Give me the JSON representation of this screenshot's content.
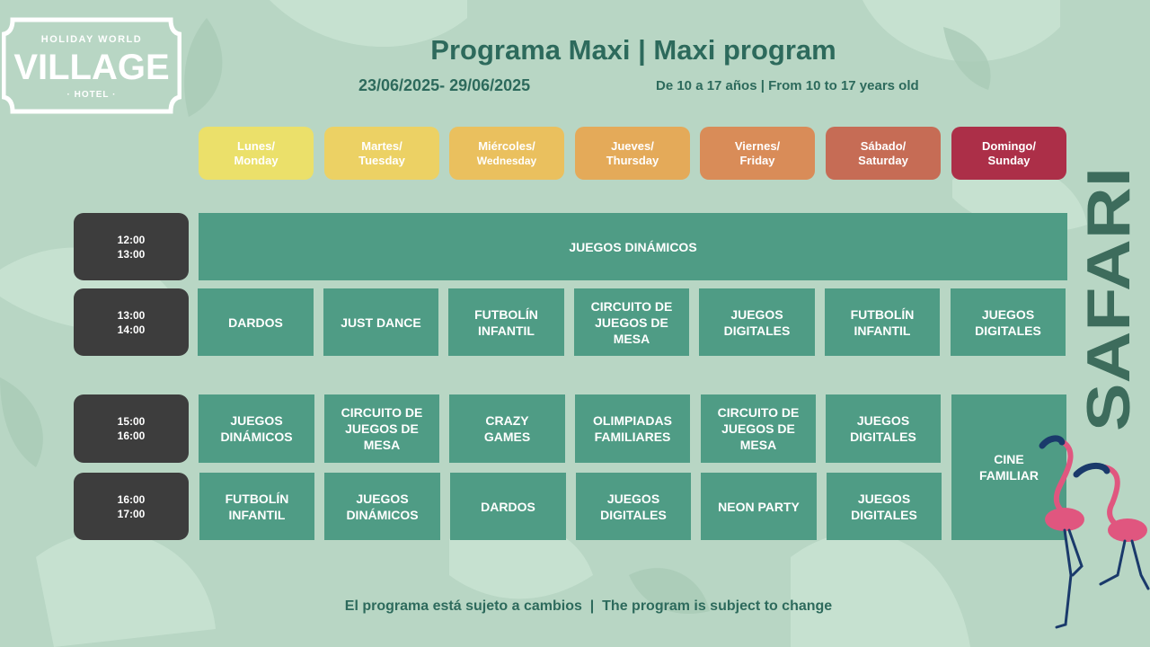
{
  "colors": {
    "teal_text": "#2d6a5c",
    "cell": "#4f9c85",
    "time_block": "#3d3d3d",
    "background": "#b8d6c4"
  },
  "logo": {
    "top_line": "HOLIDAY WORLD",
    "main": "VILLAGE",
    "bottom": "HOTEL"
  },
  "header": {
    "title": "Programa Maxi | Maxi program",
    "dates": "23/06/2025- 29/06/2025",
    "ages": "De 10 a 17 años | From 10 to 17 years old"
  },
  "days": [
    {
      "es": "Lunes/",
      "en": "Monday",
      "color": "#ebe06a"
    },
    {
      "es": "Martes/",
      "en": "Tuesday",
      "color": "#ecd164"
    },
    {
      "es": "Miércoles/",
      "en": "Wednesday",
      "color": "#eac05e"
    },
    {
      "es": "Jueves/",
      "en": "Thursday",
      "color": "#e4aa59"
    },
    {
      "es": "Viernes/",
      "en": "Friday",
      "color": "#d98c58"
    },
    {
      "es": "Sábado/",
      "en": "Saturday",
      "color": "#c66c55"
    },
    {
      "es": "Domingo/",
      "en": "Sunday",
      "color": "#ac2f48"
    }
  ],
  "slots": [
    {
      "start": "12:00",
      "end": "13:00"
    },
    {
      "start": "13:00",
      "end": "14:00"
    },
    {
      "start": "15:00",
      "end": "16:00"
    },
    {
      "start": "16:00",
      "end": "17:00"
    }
  ],
  "activities": {
    "slot1_all": "JUEGOS DINÁMICOS",
    "slot2": [
      "DARDOS",
      "JUST DANCE",
      "FUTBOLÍN\nINFANTIL",
      "CIRCUITO DE\nJUEGOS DE\nMESA",
      "JUEGOS\nDIGITALES",
      "FUTBOLÍN\nINFANTIL",
      "JUEGOS\nDIGITALES"
    ],
    "slot3": [
      "JUEGOS\nDINÁMICOS",
      "CIRCUITO DE\nJUEGOS DE\nMESA",
      "CRAZY\nGAMES",
      "OLIMPIADAS\nFAMILIARES",
      "CIRCUITO DE\nJUEGOS DE\nMESA",
      "JUEGOS\nDIGITALES"
    ],
    "slot4": [
      "FUTBOLÍN\nINFANTIL",
      "JUEGOS\nDINÁMICOS",
      "DARDOS",
      "JUEGOS\nDIGITALES",
      "NEON PARTY",
      "JUEGOS\nDIGITALES"
    ],
    "sunday_afternoon": "CINE\nFAMILIAR"
  },
  "footer": "El programa está sujeto a cambios  |  The program is subject to change",
  "theme_label": "SAFARI"
}
